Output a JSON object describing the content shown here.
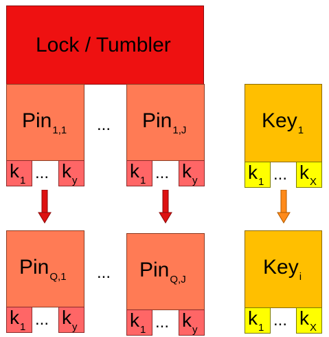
{
  "lock": {
    "label": "Lock / Tumbler"
  },
  "top_pins": [
    {
      "base": "Pin",
      "sub": "1,1"
    },
    {
      "base": "Pin",
      "sub": "1,J"
    }
  ],
  "bottom_pins": [
    {
      "base": "Pin",
      "sub": "Q,1"
    },
    {
      "base": "Pin",
      "sub": "Q,J"
    }
  ],
  "keys": [
    {
      "base": "Key",
      "sub": "1"
    },
    {
      "base": "Key",
      "sub": "i"
    }
  ],
  "pin_cells": {
    "first_base": "k",
    "first_sub": "1",
    "last_base": "k",
    "last_sub": "y"
  },
  "key_cells": {
    "first_base": "k",
    "first_sub": "1",
    "last_base": "k",
    "last_sub": "X"
  },
  "ellipsis": "...",
  "colors": {
    "lock": "#ee1111",
    "pin": "#ff7b55",
    "pin_cell": "#ff6666",
    "key": "#ffbf00",
    "key_cell": "#ffff00",
    "red_arrow": "#dd1111",
    "orange_arrow": "#ff8a1a"
  }
}
